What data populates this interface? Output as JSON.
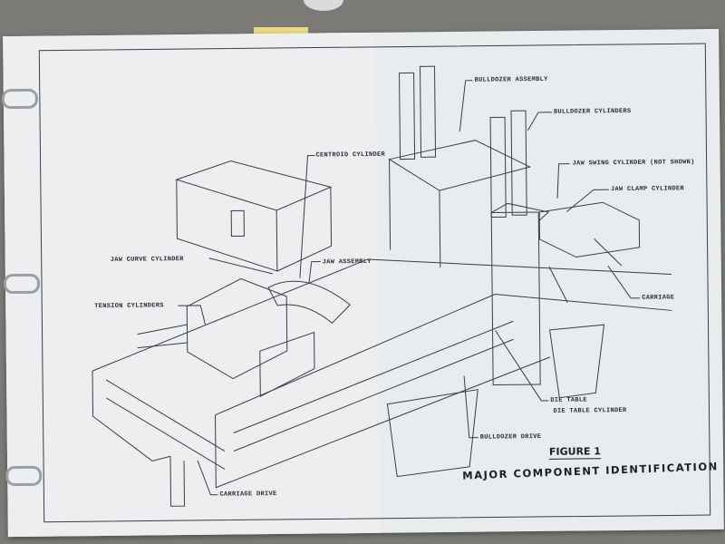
{
  "figure": {
    "title": "FIGURE 1",
    "subtitle": "MAJOR COMPONENT IDENTIFICATION"
  },
  "labels": {
    "bulldozer_assembly": "BULLDOZER ASSEMBLY",
    "bulldozer_cylinders": "BULLDOZER CYLINDERS",
    "jaw_swing_cylinder": "JAW SWING CYLINDER (NOT SHOWN)",
    "jaw_clamp_cylinder": "JAW CLAMP CYLINDER",
    "centroid_cylinder": "CENTROID CYLINDER",
    "jaw_curve_cylinder": "JAW CURVE CYLINDER",
    "jaw_assembly": "JAW ASSEMBLY",
    "tension_cylinders": "TENSION CYLINDERS",
    "carriage": "CARRIAGE",
    "die_table": "DIE TABLE",
    "die_table_cylinder": "DIE TABLE CYLINDER",
    "bulldozer_drive": "BULLDOZER DRIVE",
    "carriage_drive": "CARRIAGE DRIVE"
  },
  "colors": {
    "background": "#7b7a76",
    "paper": "#e9ecef",
    "ink": "#2a2d33"
  }
}
